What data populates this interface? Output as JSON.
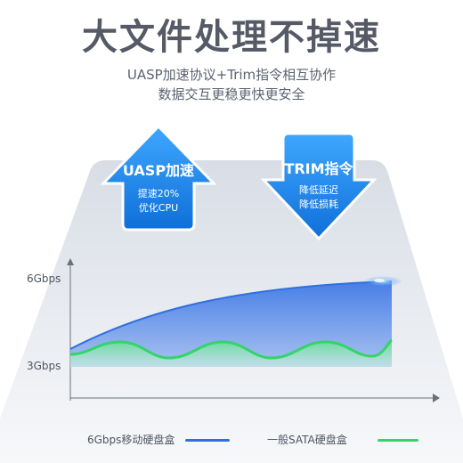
{
  "header": {
    "title": "大文件处理不掉速",
    "subtitle_line1": "UASP加速协议+Trim指令相互协作",
    "subtitle_line2": "数据交互更稳更快更安全"
  },
  "badges": {
    "uasp": {
      "title": "UASP加速",
      "line1": "提速20%",
      "line2": "优化CPU",
      "direction": "up"
    },
    "trim": {
      "title": "TRIM指令",
      "line1": "降低延迟",
      "line2": "降低损耗",
      "direction": "down"
    }
  },
  "chart_data": {
    "type": "area",
    "y_tick_labels": [
      "6Gbps",
      "3Gbps"
    ],
    "series": [
      {
        "name": "6Gbps移动硬盘盒",
        "color": "#2f6fe0",
        "shape": "rising curve approaching 6Gbps"
      },
      {
        "name": "一般SATA硬盘盒",
        "color": "#35d36a",
        "shape": "wavy line near 3Gbps"
      }
    ],
    "grid": false,
    "legend_placement": "bottom"
  },
  "colors": {
    "badge_blue": "#1d8df0",
    "panel_gray": "#dfe3ea",
    "title_gray": "#555a66"
  }
}
